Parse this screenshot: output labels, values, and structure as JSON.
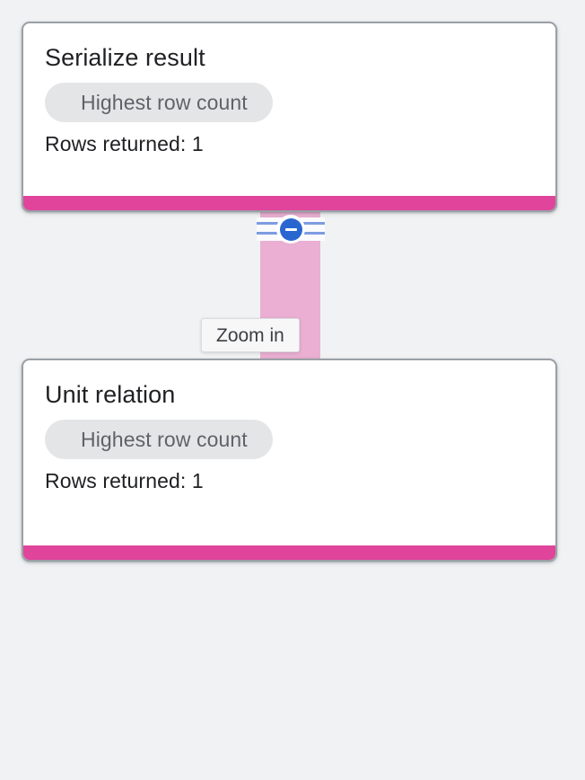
{
  "theme": {
    "background": "#f1f2f4",
    "card_background": "#ffffff",
    "card_border": "#9aa0a6",
    "accent_pink": "#e0449b",
    "connector_pink": "#eaafd2",
    "button_blue": "#2a66d0",
    "rail_blue": "#7d9ce0",
    "chip_background": "#e4e5e7",
    "chip_text": "#5f6368",
    "title_text": "#202124"
  },
  "graph": {
    "nodes": [
      {
        "title": "Serialize result",
        "chip_label": "Highest row count",
        "rows_text": "Rows returned: 1"
      },
      {
        "title": "Unit relation",
        "chip_label": "Highest row count",
        "rows_text": "Rows returned: 1"
      }
    ],
    "connector": {
      "collapse_button_icon": "minus-icon",
      "tooltip_label": "Zoom in"
    }
  }
}
